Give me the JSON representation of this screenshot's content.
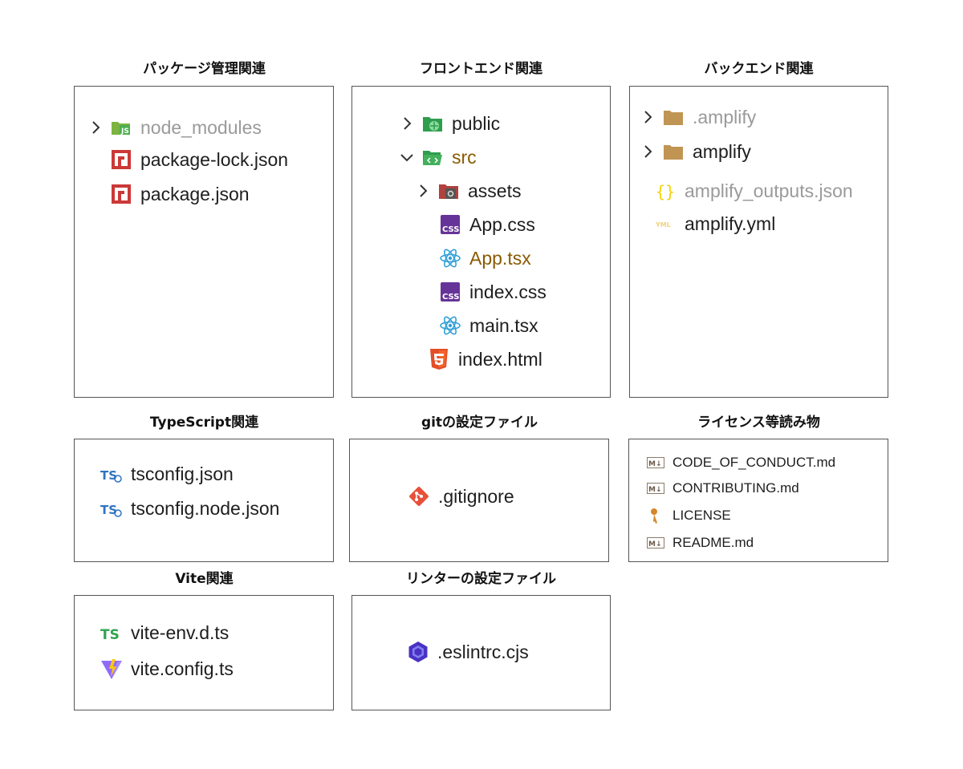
{
  "sections": {
    "package": {
      "title": "パッケージ管理関連",
      "items": [
        "node_modules",
        "package-lock.json",
        "package.json"
      ]
    },
    "frontend": {
      "title": "フロントエンド関連",
      "items": [
        "public",
        "src",
        "assets",
        "App.css",
        "App.tsx",
        "index.css",
        "main.tsx",
        "index.html"
      ]
    },
    "backend": {
      "title": "バックエンド関連",
      "items": [
        ".amplify",
        "amplify",
        "amplify_outputs.json",
        "amplify.yml"
      ]
    },
    "typescript": {
      "title": "TypeScript関連",
      "items": [
        "tsconfig.json",
        "tsconfig.node.json"
      ]
    },
    "git": {
      "title": "gitの設定ファイル",
      "items": [
        ".gitignore"
      ]
    },
    "license": {
      "title": "ライセンス等読み物",
      "items": [
        "CODE_OF_CONDUCT.md",
        "CONTRIBUTING.md",
        "LICENSE",
        "README.md"
      ]
    },
    "vite": {
      "title": "Vite関連",
      "items": [
        "vite-env.d.ts",
        "vite.config.ts"
      ]
    },
    "linter": {
      "title": "リンターの設定ファイル",
      "items": [
        ".eslintrc.cjs"
      ]
    }
  },
  "icons": {
    "folder-node": "folder-node-icon",
    "npm": "npm-icon",
    "folder-public": "folder-public-icon",
    "folder-src": "folder-src-open-icon",
    "folder-assets": "folder-assets-icon",
    "css": "css-icon",
    "react": "react-icon",
    "html": "html5-icon",
    "folder": "folder-icon",
    "json": "json-braces-icon",
    "yml": "yml-icon",
    "ts-config": "tsconfig-icon",
    "git": "git-icon",
    "markdown": "markdown-icon",
    "license": "license-key-icon",
    "ts": "typescript-icon",
    "vite": "vite-icon",
    "eslint": "eslint-icon"
  },
  "colors": {
    "npm_red": "#cb3837",
    "css_purple": "#663399",
    "react_blue": "#2f9fd8",
    "html_orange": "#e44d26",
    "folder_tan": "#c09553",
    "json_yellow": "#f5d20a",
    "git_red": "#e8503a",
    "ts_blue": "#2f74c0",
    "ts_green": "#2ea44f",
    "eslint_purple": "#4b32c3",
    "modified_brown": "#8a5a00"
  }
}
